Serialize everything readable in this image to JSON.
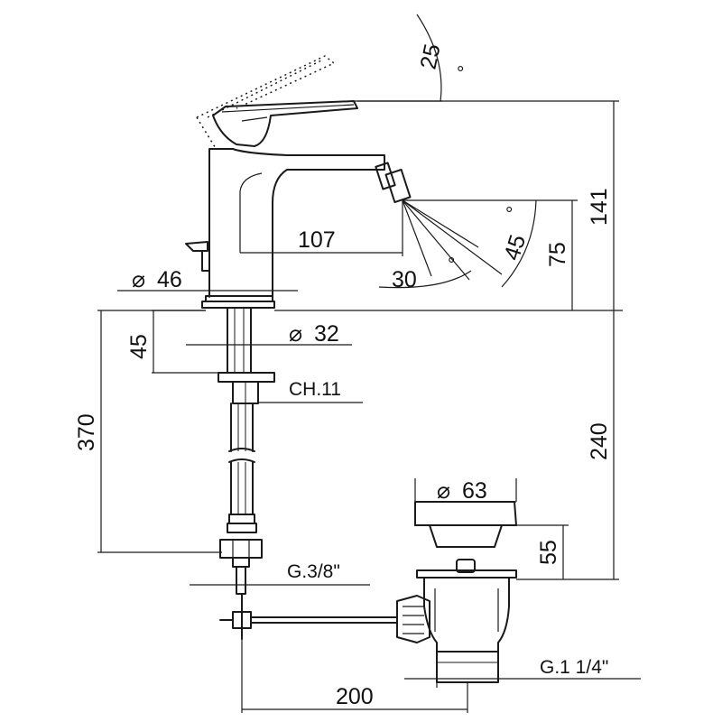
{
  "dimensions": {
    "lever_angle": "25",
    "total_height": "141",
    "spout_reach": "107",
    "spray_angle_left": "30",
    "spray_angle_right": "45",
    "spout_height": "75",
    "base_diameter": "46",
    "tube_diameter": "32",
    "shank_height": "45",
    "nut_size": "CH.11",
    "hose_length": "370",
    "under_height": "240",
    "waste_diameter": "63",
    "waste_height": "55",
    "hose_thread": "G.3/8\"",
    "rod_length": "200",
    "waste_thread": "G.1 1/4\""
  },
  "symbols": {
    "diameter": "⌀",
    "degree": "°"
  }
}
